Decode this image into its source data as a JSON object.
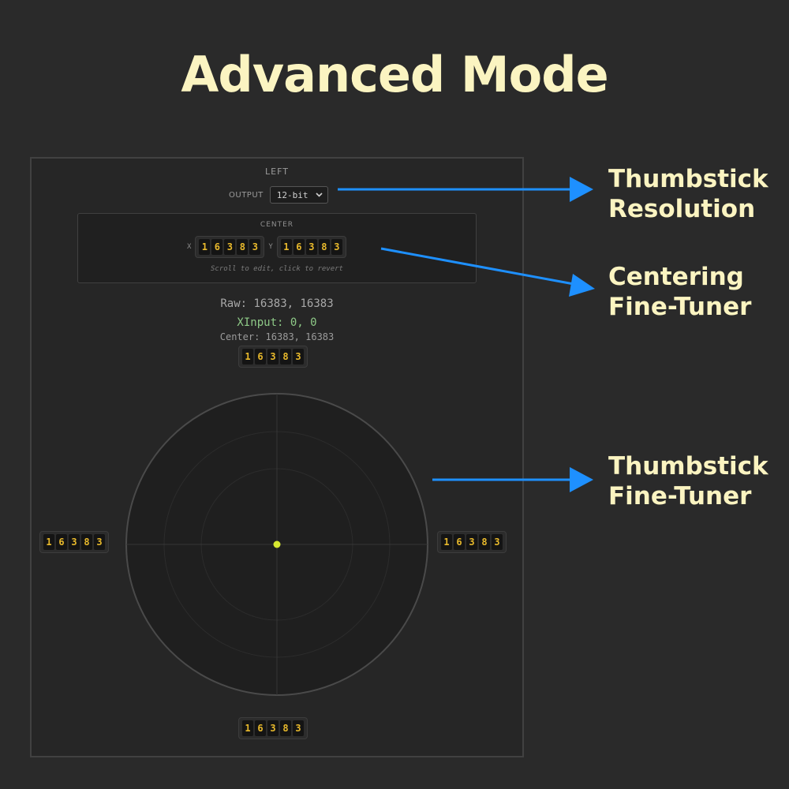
{
  "title": "Advanced Mode",
  "panel": {
    "side_label": "LEFT",
    "output_label": "OUTPUT",
    "output_value": "12-bit",
    "center_title": "CENTER",
    "x_label": "X",
    "y_label": "Y",
    "center_x": "16383",
    "center_y": "16383",
    "hint": "Scroll to edit, click to revert",
    "raw": "Raw: 16383, 16383",
    "xinput": "XInput: 0, 0",
    "center_readout": "Center: 16383, 16383",
    "top_value": "16383",
    "left_value": "16383",
    "right_value": "16383",
    "bottom_value": "16383",
    "stick_position": {
      "x": 0,
      "y": 0
    }
  },
  "annotations": {
    "resolution": "Thumbstick\nResolution",
    "centering": "Centering\nFine-Tuner",
    "thumbstick": "Thumbstick\nFine-Tuner"
  },
  "colors": {
    "background": "#2a2a2a",
    "title": "#fbf4c1",
    "arrow": "#1e90ff",
    "digit": "#e8b92c",
    "dot": "#d7e830"
  }
}
